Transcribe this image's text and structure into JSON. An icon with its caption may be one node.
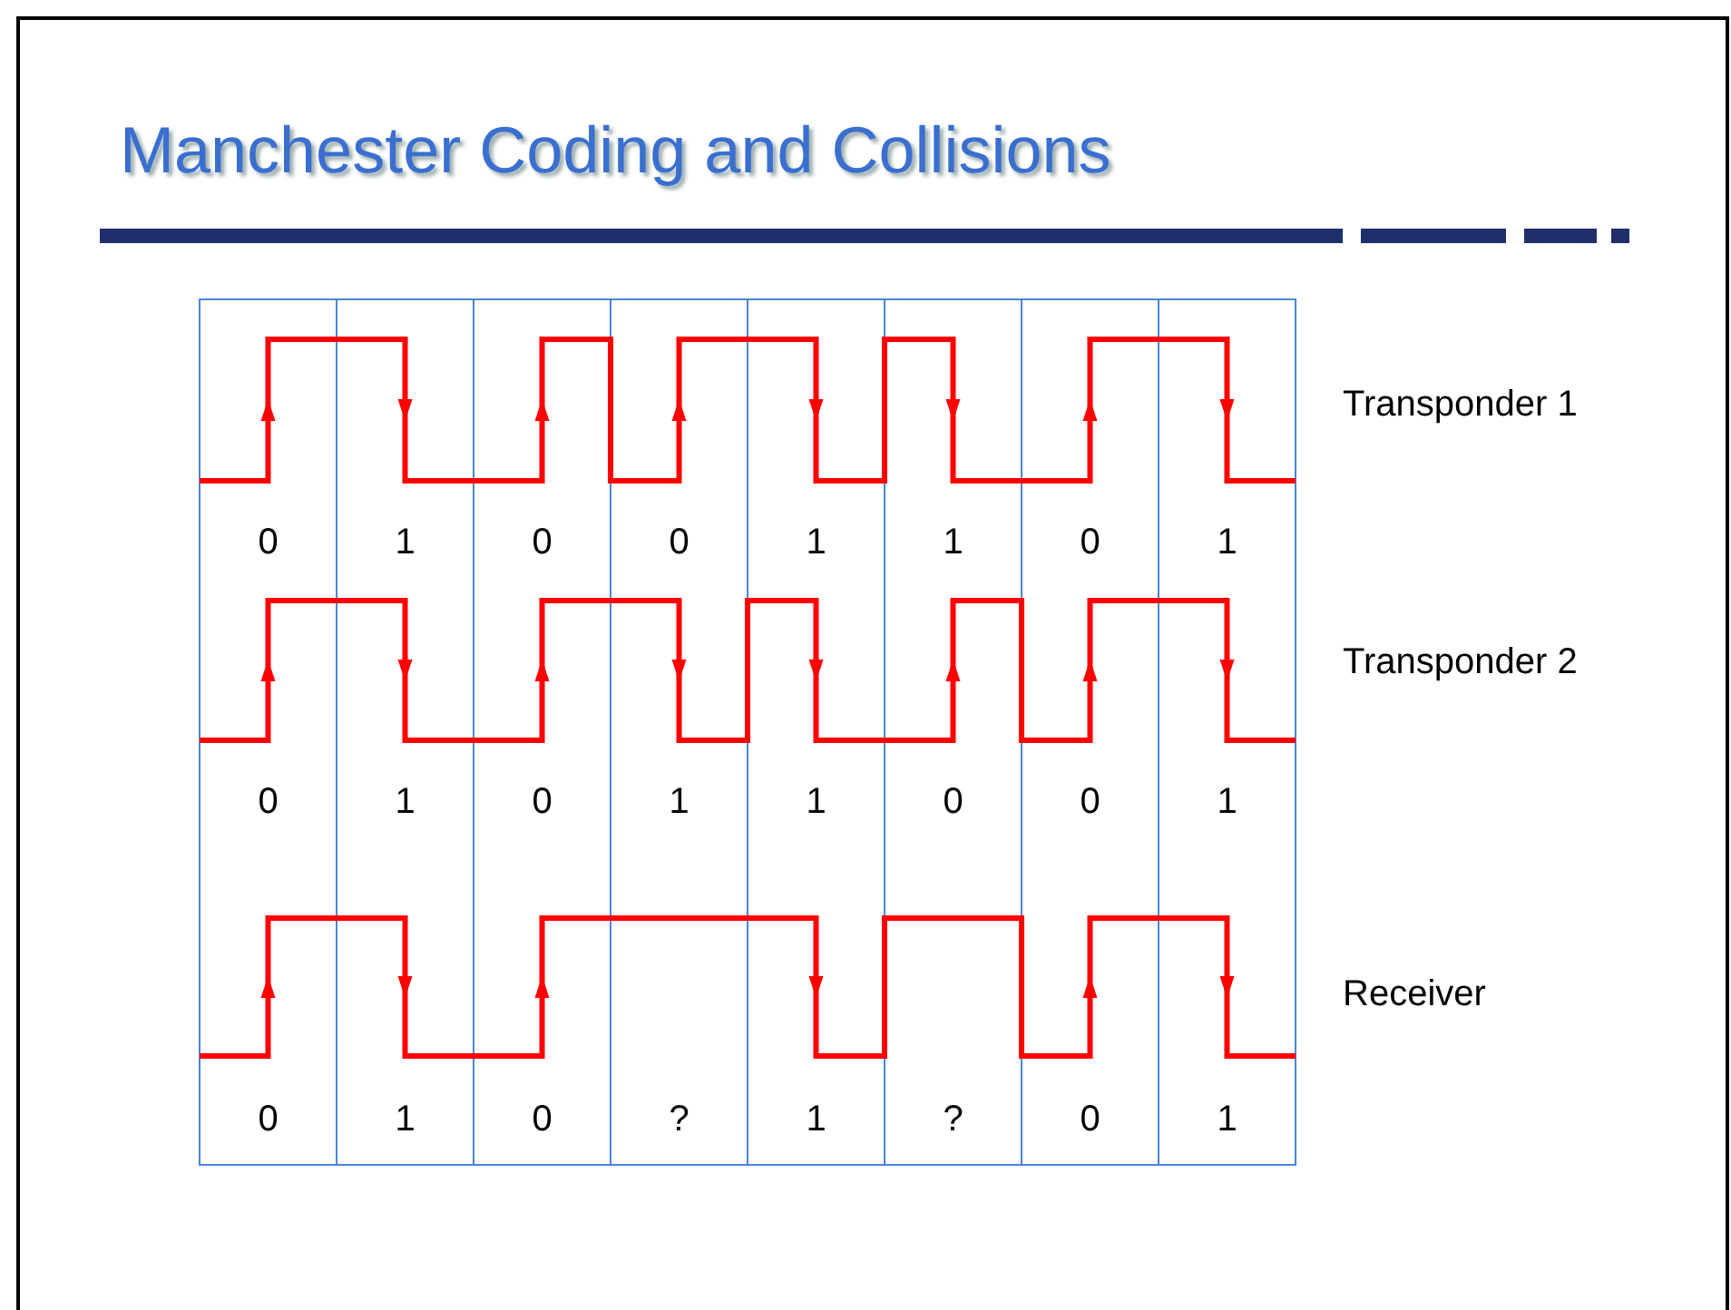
{
  "diagram": {
    "title": "Manchester Coding and Collisions",
    "labels": [
      "Transponder 1",
      "0",
      "1",
      "0",
      "0",
      "1",
      "1",
      "0",
      "1",
      "Transponder 2",
      "0",
      "1",
      "0",
      "1",
      "1",
      "0",
      "0",
      "1",
      "Receiver",
      "0",
      "1",
      "0",
      "?",
      "1",
      "?",
      "0",
      "1"
    ]
  }
}
